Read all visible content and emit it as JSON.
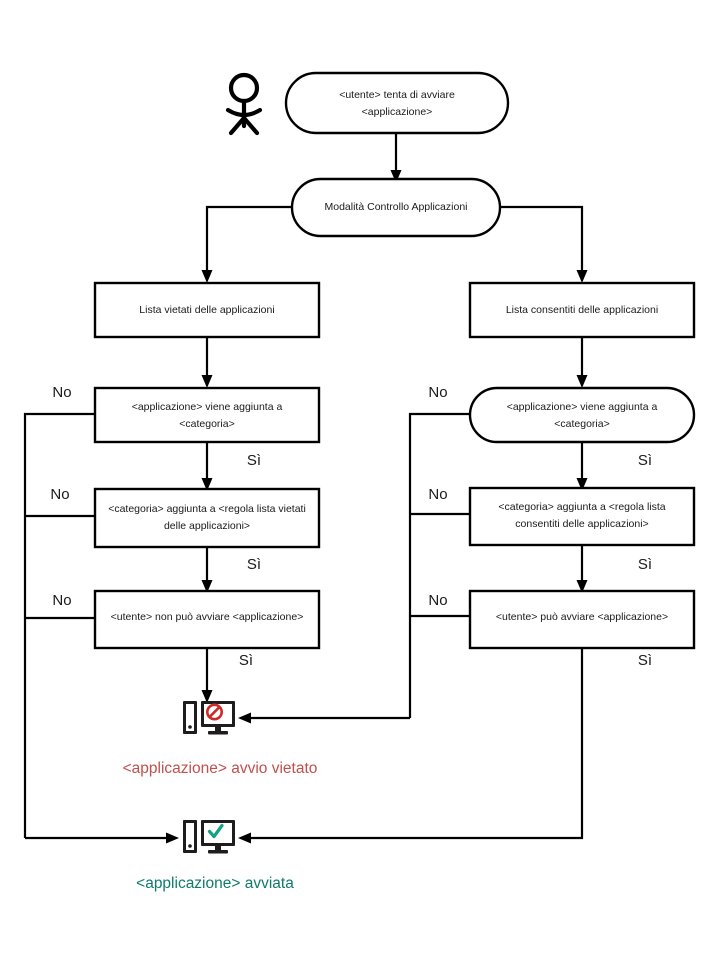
{
  "diagram": {
    "title": "Application Control launch decision flow",
    "colors": {
      "denied_text": "#c0504d",
      "allowed_text": "#0f7b6c",
      "deny_badge": "#cf2a27",
      "allow_check": "#16a085",
      "stroke": "#000000",
      "node_fill": "#ffffff"
    },
    "actor": {
      "name": "user-actor",
      "label": ""
    },
    "nodes": {
      "start": {
        "shape": "rounded",
        "line1": "<utente> tenta di avviare",
        "line2": "<applicazione>"
      },
      "mode": {
        "shape": "rounded",
        "line1": "Modalità Controllo Applicazioni"
      },
      "denylist": {
        "shape": "rect",
        "line1": "Lista vietati delle applicazioni"
      },
      "allowlist": {
        "shape": "rect",
        "line1": "Lista consentiti delle applicazioni"
      },
      "deny_category": {
        "shape": "rect",
        "line1": "<applicazione> viene aggiunta a",
        "line2": "<categoria>"
      },
      "allow_category": {
        "shape": "rounded",
        "line1": "<applicazione> viene aggiunta a",
        "line2": "<categoria>"
      },
      "deny_rule": {
        "shape": "rect",
        "line1": "<categoria> aggiunta a <regola lista vietati",
        "line2": "delle applicazioni>"
      },
      "allow_rule": {
        "shape": "rect",
        "line1": "<categoria> aggiunta a <regola lista",
        "line2": "consentiti delle applicazioni>"
      },
      "deny_result": {
        "shape": "rect",
        "line1": "<utente> non può avviare <applicazione>"
      },
      "allow_result": {
        "shape": "rect",
        "line1": "<utente> può avviare <applicazione>"
      }
    },
    "edge_labels": {
      "yes": "Sì",
      "no": "No",
      "left_no_1": "No",
      "left_no_2": "No",
      "left_no_3": "No",
      "left_yes_1": "Sì",
      "left_yes_2": "Sì",
      "left_yes_3": "Sì",
      "right_no_1": "No",
      "right_no_2": "No",
      "right_no_3": "No",
      "right_yes_1": "Sì",
      "right_yes_2": "Sì",
      "right_yes_3": "Sì"
    },
    "outcomes": {
      "blocked": {
        "icon": "computer-blocked-icon",
        "caption": "<applicazione> avvio vietato"
      },
      "started": {
        "icon": "computer-allowed-icon",
        "caption": "<applicazione> avviata"
      }
    }
  }
}
